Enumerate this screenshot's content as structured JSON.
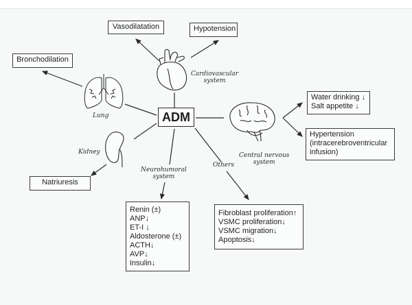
{
  "center": {
    "label": "ADM"
  },
  "systems": {
    "cardiovascular": {
      "label_line1": "Cardiovascular",
      "label_line2": "system"
    },
    "lung": {
      "label": "Lung"
    },
    "kidney": {
      "label": "Kidney"
    },
    "neurohumoral": {
      "label_line1": "Neurohumoral",
      "label_line2": "system"
    },
    "others": {
      "label": "Others"
    },
    "cns": {
      "label_line1": "Central nervous",
      "label_line2": "system"
    }
  },
  "effects": {
    "vasodilatation": "Vasodilatation",
    "hypotension": "Hypotension",
    "bronchodilation": "Bronchodilation",
    "natriuresis": "Natriuresis",
    "cns_behavior": [
      "Water drinking ↓",
      "Salt appetite ↓"
    ],
    "hypertension": [
      "Hypertension",
      "(intracerebroventricular",
      "infusion)"
    ],
    "neurohumoral": [
      "Renin (±)",
      "ANP↓",
      "ET-I ↓",
      "Aldosterone (±)",
      "ACTH↓",
      "AVP↓",
      "Insulin↓"
    ],
    "others": [
      "Fibroblast proliferation↑",
      "VSMC proliferation↓",
      "VSMC migration↓",
      "Apoptosis↓"
    ]
  }
}
